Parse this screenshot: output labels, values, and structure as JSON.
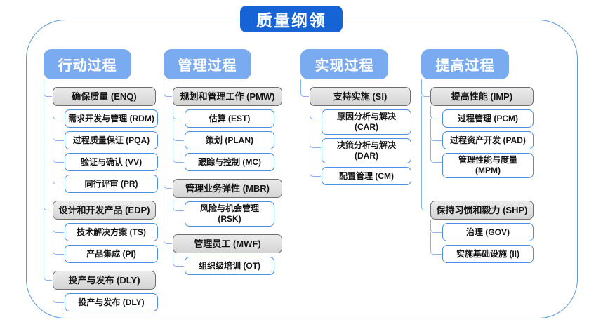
{
  "title": "质量纲领",
  "colors": {
    "root_node_bg": "#1563d5",
    "column_header_bg": "#7aabf0",
    "group_node_bg": "#dcdcdc",
    "group_node_border": "#6e6e6e",
    "leaf_node_border": "#4a90e2",
    "connector_line": "#88b3f2",
    "frame_border": "#5b9bd5",
    "text_on_blue": "#ffffff",
    "text_on_node": "#141414"
  },
  "columns": [
    {
      "header": "行动过程",
      "groups": [
        {
          "label": "确保质量 (ENQ)",
          "children": [
            "需求开发与管理 (RDM)",
            "过程质量保证 (PQA)",
            "验证与确认 (VV)",
            "同行评审 (PR)"
          ]
        },
        {
          "label": "设计和开发产品 (EDP)",
          "children": [
            "技术解决方案 (TS)",
            "产品集成 (PI)"
          ]
        },
        {
          "label": "投产与发布 (DLY)",
          "children": [
            "投产与发布 (DLY)"
          ]
        }
      ]
    },
    {
      "header": "管理过程",
      "groups": [
        {
          "label": "规划和管理工作 (PMW)",
          "children": [
            "估算 (EST)",
            "策划 (PLAN)",
            "跟踪与控制 (MC)"
          ]
        },
        {
          "label": "管理业务弹性 (MBR)",
          "children": [
            "风险与机会管理 (RSK)"
          ]
        },
        {
          "label": "管理员工 (MWF)",
          "children": [
            "组织级培训 (OT)"
          ]
        }
      ]
    },
    {
      "header": "实现过程",
      "groups": [
        {
          "label": "支持实施 (SI)",
          "children": [
            "原因分析与解决 (CAR)",
            "决策分析与解决 (DAR)",
            "配置管理 (CM)"
          ]
        }
      ]
    },
    {
      "header": "提高过程",
      "groups": [
        {
          "label": "提高性能 (IMP)",
          "children": [
            "过程管理 (PCM)",
            "过程资产开发 (PAD)",
            "管理性能与度量 (MPM)"
          ]
        },
        {
          "label": "保持习惯和毅力 (SHP)",
          "children": [
            "治理 (GOV)",
            "实施基础设施 (II)"
          ]
        }
      ]
    }
  ]
}
